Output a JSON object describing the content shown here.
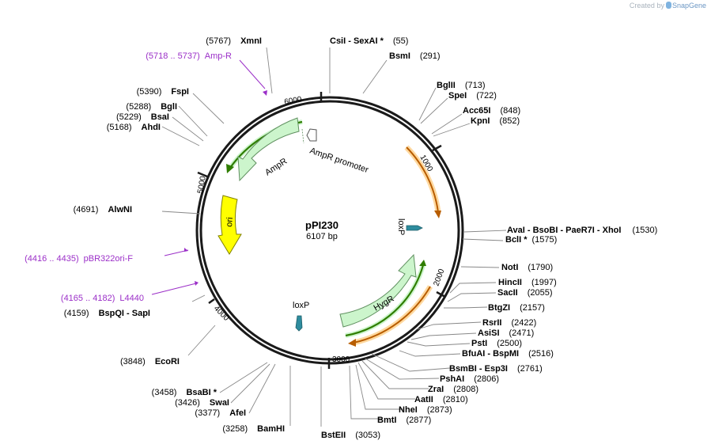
{
  "credit": {
    "prefix": "Created by",
    "brand": "SnapGene"
  },
  "plasmid": {
    "name": "pPI230",
    "size_label": "6107 bp"
  },
  "colors": {
    "backbone": "#1a1a1a",
    "label_line": "#888888",
    "primer_purple": "#9b2fc8",
    "amp_fill": "#ccf5cc",
    "amp_stroke": "#5f8f5f",
    "green_arrow": "#2f7d00",
    "orange_arrow": "#b85d00",
    "orange_halo": "#ffd9a0",
    "ori_fill": "#ffff00",
    "loxp_fill": "#2e8c9e"
  },
  "ticks": [
    "1000",
    "2000",
    "3000",
    "4000",
    "5000",
    "6000"
  ],
  "features": [
    {
      "id": "ampr",
      "label": "AmpR"
    },
    {
      "id": "ampr_promoter",
      "label": "AmpR promoter"
    },
    {
      "id": "ori",
      "label": "ori"
    },
    {
      "id": "hygr",
      "label": "HygR"
    },
    {
      "id": "loxp1",
      "label": "loxP"
    },
    {
      "id": "loxp2",
      "label": "loxP"
    }
  ],
  "sites": [
    {
      "name": "CsiI",
      "extra": " - SexAI *",
      "pos": "(55)"
    },
    {
      "name": "BsmI",
      "pos": "(291)"
    },
    {
      "name": "BglII",
      "pos": "(713)"
    },
    {
      "name": "SpeI",
      "pos": "(722)"
    },
    {
      "name": "Acc65I",
      "pos": "(848)"
    },
    {
      "name": "KpnI",
      "pos": "(852)"
    },
    {
      "name": "AvaI",
      "extra": " - BsoBI - PaeR7I - XhoI",
      "pos": "(1530)"
    },
    {
      "name": "BclI *",
      "pos": "(1575)"
    },
    {
      "name": "NotI",
      "pos": "(1790)"
    },
    {
      "name": "HincII",
      "pos": "(1997)"
    },
    {
      "name": "SacII",
      "pos": "(2055)"
    },
    {
      "name": "BtgZI",
      "pos": "(2157)"
    },
    {
      "name": "RsrII",
      "pos": "(2422)"
    },
    {
      "name": "AsiSI",
      "pos": "(2471)"
    },
    {
      "name": "PstI",
      "pos": "(2500)"
    },
    {
      "name": "BfuAI",
      "extra": " - BspMI",
      "pos": "(2516)"
    },
    {
      "name": "BsmBI",
      "extra": " - Esp3I",
      "pos": "(2761)"
    },
    {
      "name": "PshAI",
      "pos": "(2806)"
    },
    {
      "name": "ZraI",
      "pos": "(2808)"
    },
    {
      "name": "AatII",
      "pos": "(2810)"
    },
    {
      "name": "NheI",
      "pos": "(2873)"
    },
    {
      "name": "BmtI",
      "pos": "(2877)"
    },
    {
      "name": "BstEII",
      "pos": "(3053)"
    },
    {
      "name": "BamHI",
      "pos": "(3258)"
    },
    {
      "name": "AfeI",
      "pos": "(3377)"
    },
    {
      "name": "SwaI",
      "pos": "(3426)"
    },
    {
      "name": "BsaBI *",
      "pos": "(3458)"
    },
    {
      "name": "EcoRI",
      "pos": "(3848)"
    },
    {
      "name": "BspQI",
      "extra": " - SapI",
      "pos": "(4159)"
    },
    {
      "name": "AlwNI",
      "pos": "(4691)"
    },
    {
      "name": "AhdI",
      "pos": "(5168)"
    },
    {
      "name": "BsaI",
      "pos": "(5229)"
    },
    {
      "name": "BglI",
      "pos": "(5288)"
    },
    {
      "name": "FspI",
      "pos": "(5390)"
    },
    {
      "name": "XmnI",
      "pos": "(5767)"
    }
  ],
  "primers": [
    {
      "range": "(5718 .. 5737)",
      "name": "Amp-R"
    },
    {
      "range": "(4416 .. 4435)",
      "name": "pBR322ori-F"
    },
    {
      "range": "(4165 .. 4182)",
      "name": "L4440"
    }
  ]
}
